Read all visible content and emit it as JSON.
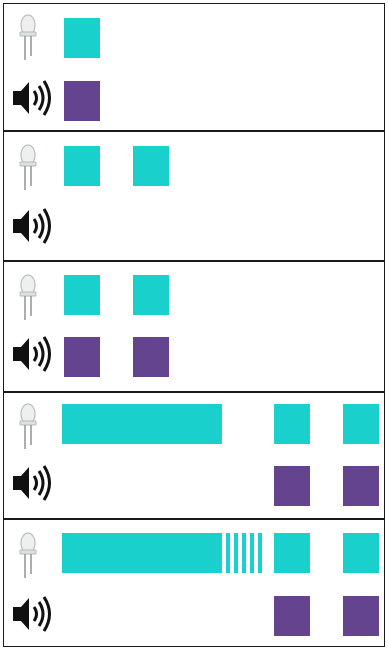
{
  "colors": {
    "light": "#1ad0cc",
    "sound": "#64448e",
    "border": "#1a1a1a"
  },
  "icons": {
    "light_source": "led-bulb-icon",
    "sound_source": "speaker-icon"
  },
  "rows": [
    {
      "light": [
        "short"
      ],
      "sound": [
        "short"
      ]
    },
    {
      "light": [
        "short",
        "short"
      ],
      "sound": []
    },
    {
      "light": [
        "short",
        "short"
      ],
      "sound": [
        "short",
        "short"
      ]
    },
    {
      "light": [
        "long",
        "short",
        "short"
      ],
      "sound": [
        "short",
        "short"
      ]
    },
    {
      "light": [
        "long",
        "blink",
        "short",
        "short"
      ],
      "sound": [
        "short",
        "short"
      ]
    }
  ]
}
